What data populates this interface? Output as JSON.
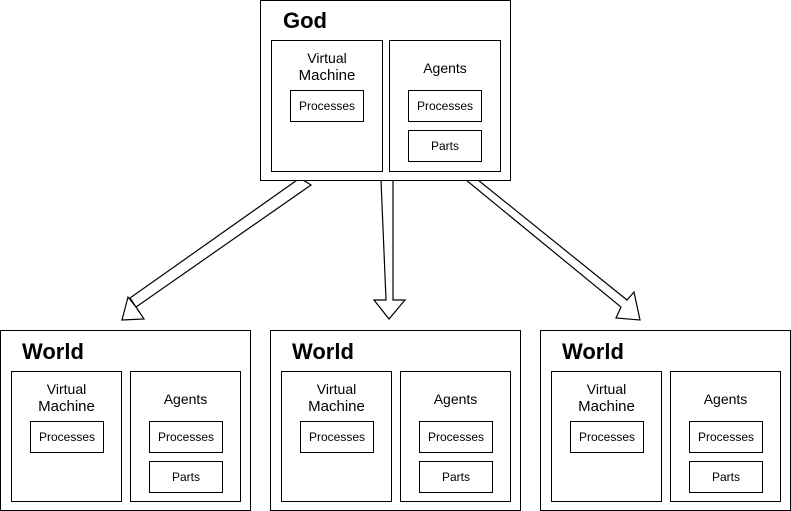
{
  "god": {
    "title": "God",
    "vm": {
      "line1": "Virtual",
      "line2": "Machine",
      "processes": "Processes"
    },
    "agents": {
      "title": "Agents",
      "processes": "Processes",
      "parts": "Parts"
    }
  },
  "worlds": [
    {
      "title": "World",
      "vm": {
        "line1": "Virtual",
        "line2": "Machine",
        "processes": "Processes"
      },
      "agents": {
        "title": "Agents",
        "processes": "Processes",
        "parts": "Parts"
      }
    },
    {
      "title": "World",
      "vm": {
        "line1": "Virtual",
        "line2": "Machine",
        "processes": "Processes"
      },
      "agents": {
        "title": "Agents",
        "processes": "Processes",
        "parts": "Parts"
      }
    },
    {
      "title": "World",
      "vm": {
        "line1": "Virtual",
        "line2": "Machine",
        "processes": "Processes"
      },
      "agents": {
        "title": "Agents",
        "processes": "Processes",
        "parts": "Parts"
      }
    }
  ]
}
